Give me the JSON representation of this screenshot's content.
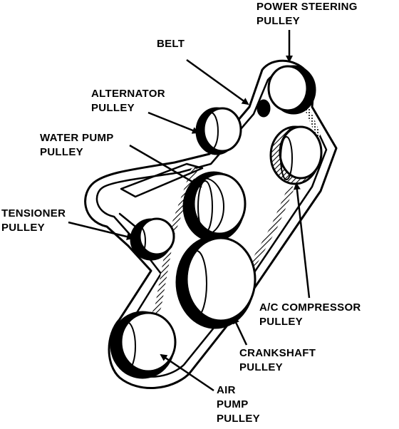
{
  "labels": {
    "power_steering": [
      "POWER STEERING",
      "PULLEY"
    ],
    "belt": "BELT",
    "alternator": [
      "ALTERNATOR",
      "PULLEY"
    ],
    "water_pump": [
      "WATER PUMP",
      "PULLEY"
    ],
    "tensioner": [
      "TENSIONER",
      "PULLEY"
    ],
    "ac_compressor": [
      "A/C COMPRESSOR",
      "PULLEY"
    ],
    "crankshaft": [
      "CRANKSHAFT",
      "PULLEY"
    ],
    "air_pump": [
      "AIR",
      "PUMP",
      "PULLEY"
    ]
  },
  "colors": {
    "ink": "#000000",
    "paper": "#ffffff"
  }
}
